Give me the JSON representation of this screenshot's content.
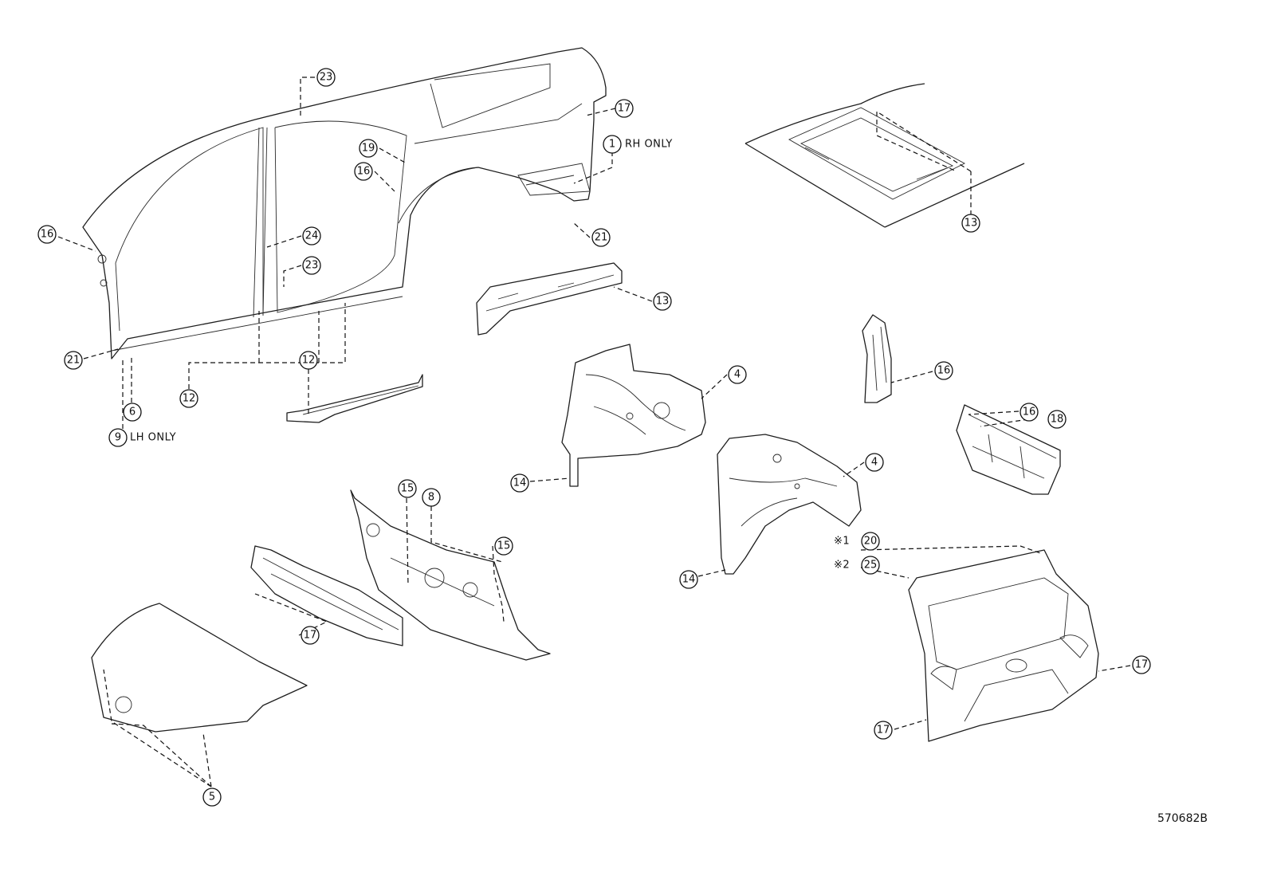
{
  "callouts": {
    "c23a": "23",
    "c17a": "17",
    "c1": "1",
    "c19": "19",
    "c16a": "16",
    "c16b": "16",
    "c24": "24",
    "c23b": "23",
    "c21a": "21",
    "c21b": "21",
    "c13a": "13",
    "c13b": "13",
    "c12a": "12",
    "c12b": "12",
    "c6": "6",
    "c9": "9",
    "c4a": "4",
    "c4b": "4",
    "c14a": "14",
    "c14b": "14",
    "c16c": "16",
    "c16d": "16",
    "c18": "18",
    "c15a": "15",
    "c15b": "15",
    "c8": "8",
    "c20": "20",
    "c25": "25",
    "c17b": "17",
    "c17c": "17",
    "c17d": "17",
    "c5": "5"
  },
  "notes": {
    "rh_only": "RH ONLY",
    "lh_only": "LH ONLY",
    "mark1": "※1",
    "mark2": "※2"
  },
  "drawing_id": "570682B"
}
